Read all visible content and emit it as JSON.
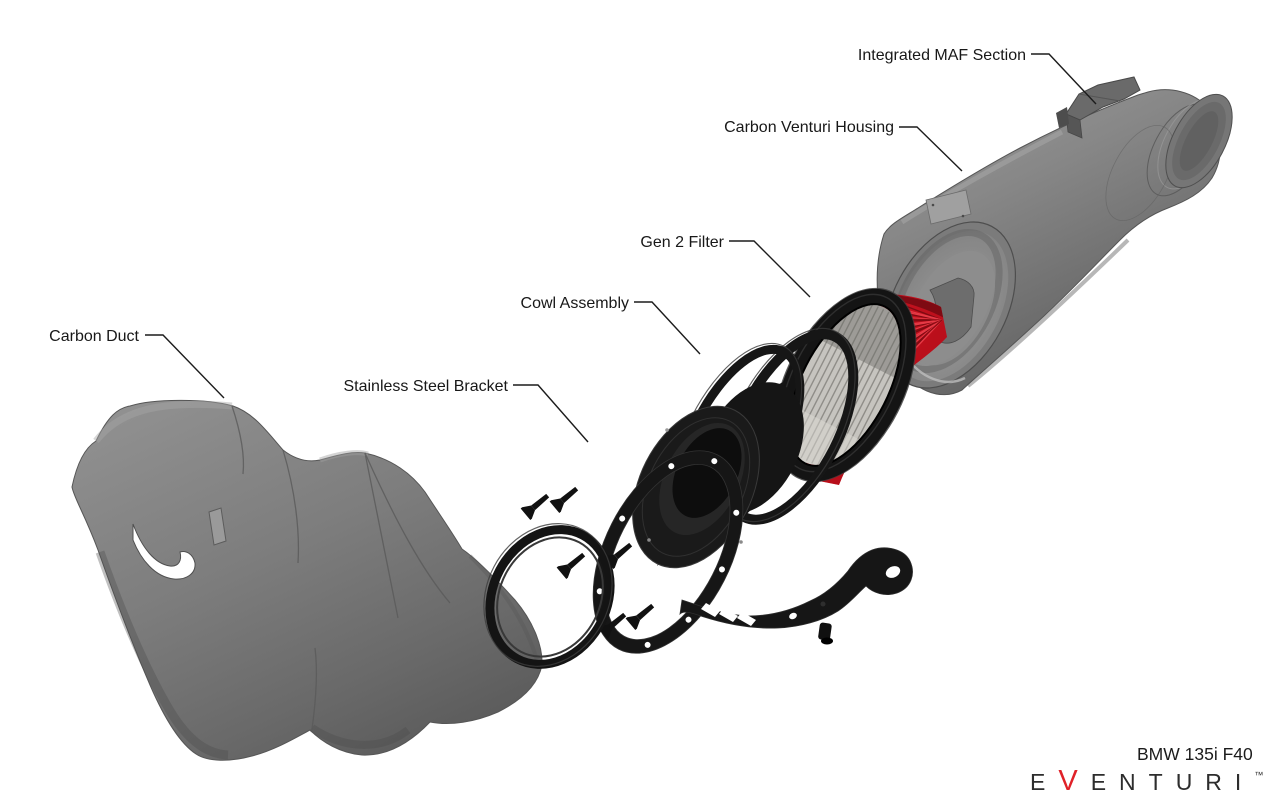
{
  "diagram": {
    "callouts": {
      "maf": {
        "label": "Integrated MAF Section"
      },
      "venturi": {
        "label": "Carbon Venturi Housing"
      },
      "filter": {
        "label": "Gen 2 Filter"
      },
      "cowl": {
        "label": "Cowl Assembly"
      },
      "duct": {
        "label": "Carbon Duct"
      },
      "bracket": {
        "label": "Stainless Steel Bracket"
      }
    }
  },
  "footer": {
    "model": "BMW 135i F40",
    "brand": {
      "e": "E",
      "v": "V",
      "rest": "ENTURI",
      "tm": "™"
    }
  },
  "colors": {
    "filter_red": "#c0101d",
    "brand_red": "#e02128",
    "label_text": "#181818"
  }
}
